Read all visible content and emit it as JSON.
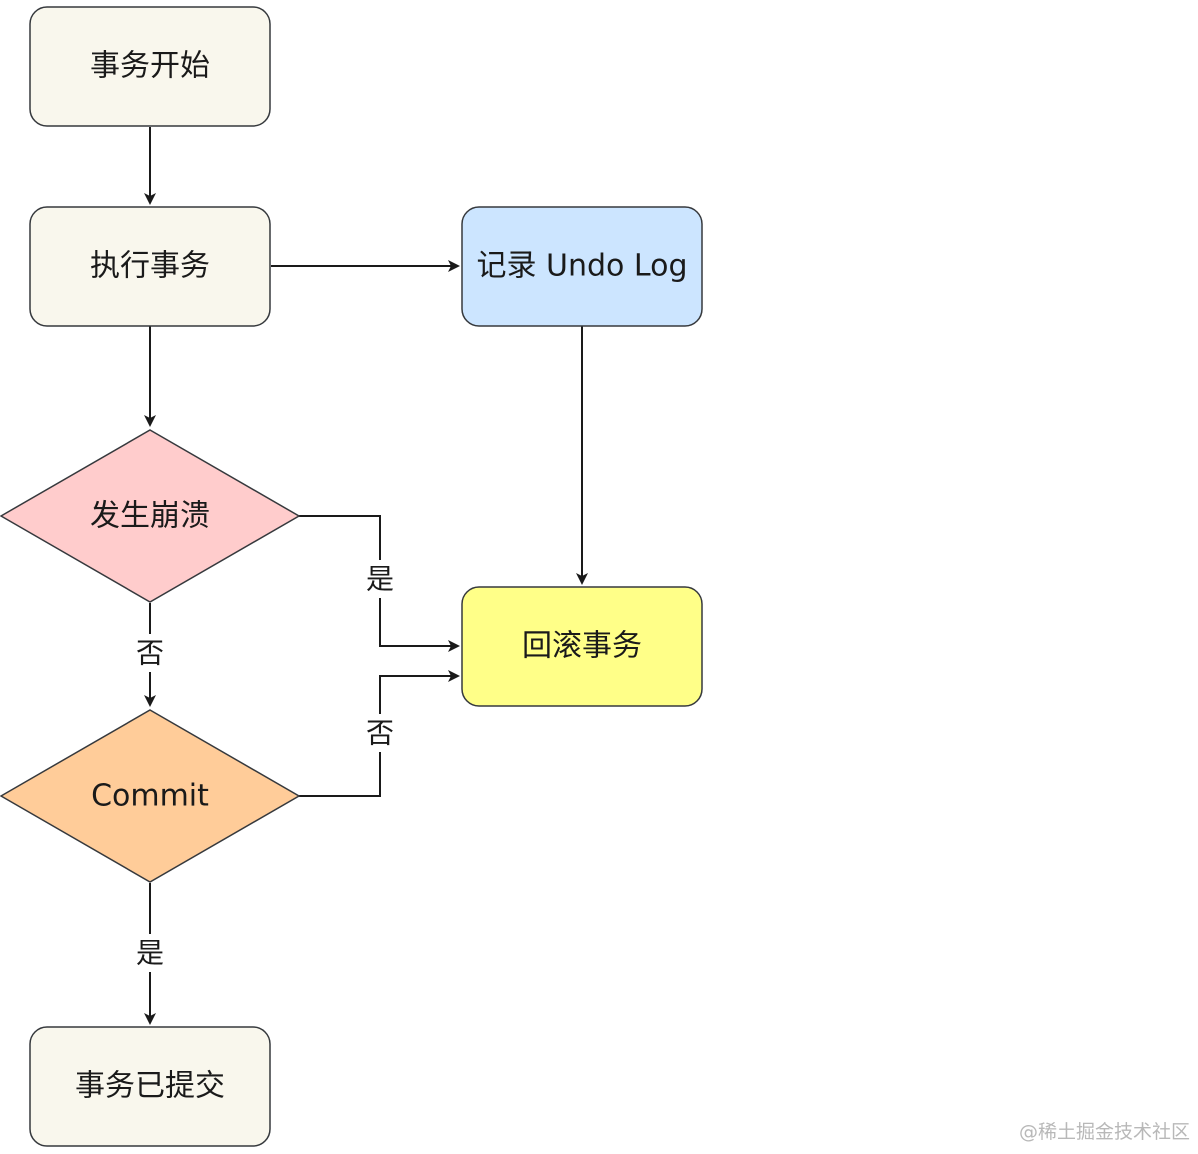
{
  "nodes": {
    "start": {
      "label": "事务开始",
      "fill": "#f9f7ed",
      "stroke": "#36393d"
    },
    "execute": {
      "label": "执行事务",
      "fill": "#f9f7ed",
      "stroke": "#36393d"
    },
    "undo_log": {
      "label": "记录 Undo Log",
      "fill": "#cce5ff",
      "stroke": "#36393d"
    },
    "crash": {
      "label": "发生崩溃",
      "fill": "#ffcccc",
      "stroke": "#36393d"
    },
    "rollback": {
      "label": "回滚事务",
      "fill": "#ffff88",
      "stroke": "#36393d"
    },
    "commit": {
      "label": "Commit",
      "fill": "#ffcc99",
      "stroke": "#36393d"
    },
    "committed": {
      "label": "事务已提交",
      "fill": "#f9f7ed",
      "stroke": "#36393d"
    }
  },
  "edges": {
    "crash_yes": "是",
    "crash_no": "否",
    "commit_no": "否",
    "commit_yes": "是"
  },
  "watermark": "@稀土掘金技术社区"
}
